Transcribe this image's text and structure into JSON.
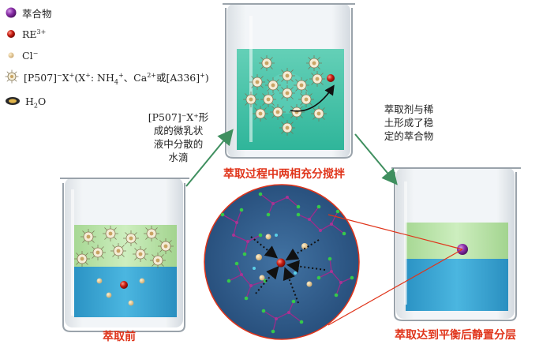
{
  "legend": {
    "complex": "萃合物",
    "re_ion": "RE",
    "re_ion_charge": "3+",
    "chloride": "Cl",
    "chloride_charge": "−",
    "surfactant_a": "[P507]",
    "surfactant_b": "X",
    "surfactant_c": "(X",
    "surfactant_d": ": NH",
    "surfactant_e": "、Ca",
    "surfactant_f": "或[A336]",
    "surfactant_g": ")",
    "water_a": "H",
    "water_b": "2",
    "water_c": "O"
  },
  "annotations": {
    "left_lines": [
      "[P507]⁻X⁺形",
      "成的微乳状",
      "液中分散的",
      "水滴"
    ],
    "right_lines": [
      "萃取剂与稀",
      "土形成了稳",
      "定的萃合物"
    ]
  },
  "captions": {
    "before": "萃取前",
    "mixing": "萃取过程中两相充分搅拌",
    "after": "萃取达到平衡后静置分层"
  },
  "colors": {
    "aqueous": "#3aa7d6",
    "organic": "#b9e3a8",
    "mixed": "#3dbfa6",
    "circle_bg": "#2f5d8f",
    "caption_red": "#e0341a",
    "arrow_green": "#3f8f5f",
    "leader_red": "#e0341a"
  }
}
